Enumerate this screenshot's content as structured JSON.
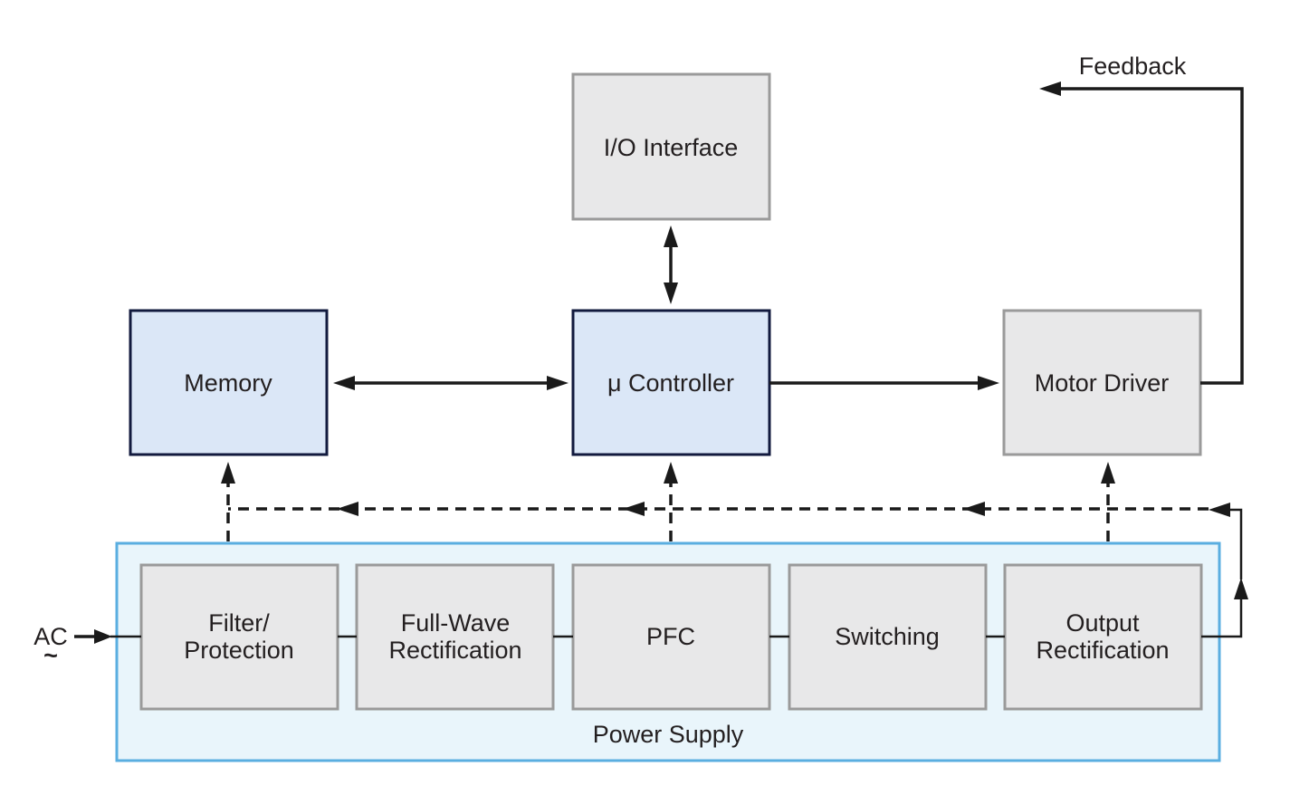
{
  "blocks": {
    "io_interface": "I/O Interface",
    "memory": "Memory",
    "controller": "μ Controller",
    "motor_driver": "Motor Driver"
  },
  "power_supply": {
    "label": "Power Supply",
    "filter_line1": "Filter/",
    "filter_line2": "Protection",
    "fullwave_line1": "Full-Wave",
    "fullwave_line2": "Rectification",
    "pfc": "PFC",
    "switching": "Switching",
    "output_line1": "Output",
    "output_line2": "Rectification"
  },
  "input": {
    "label": "AC",
    "symbol": "~"
  },
  "feedback": "Feedback",
  "colors": {
    "gray_fill": "#e8e8e9",
    "gray_border": "#9a9a9a",
    "blue_fill": "#dbe7f7",
    "blue_border": "#121a3e",
    "supply_fill": "#e9f5fb",
    "supply_border": "#5aaee0",
    "line": "#1a1a1a"
  }
}
